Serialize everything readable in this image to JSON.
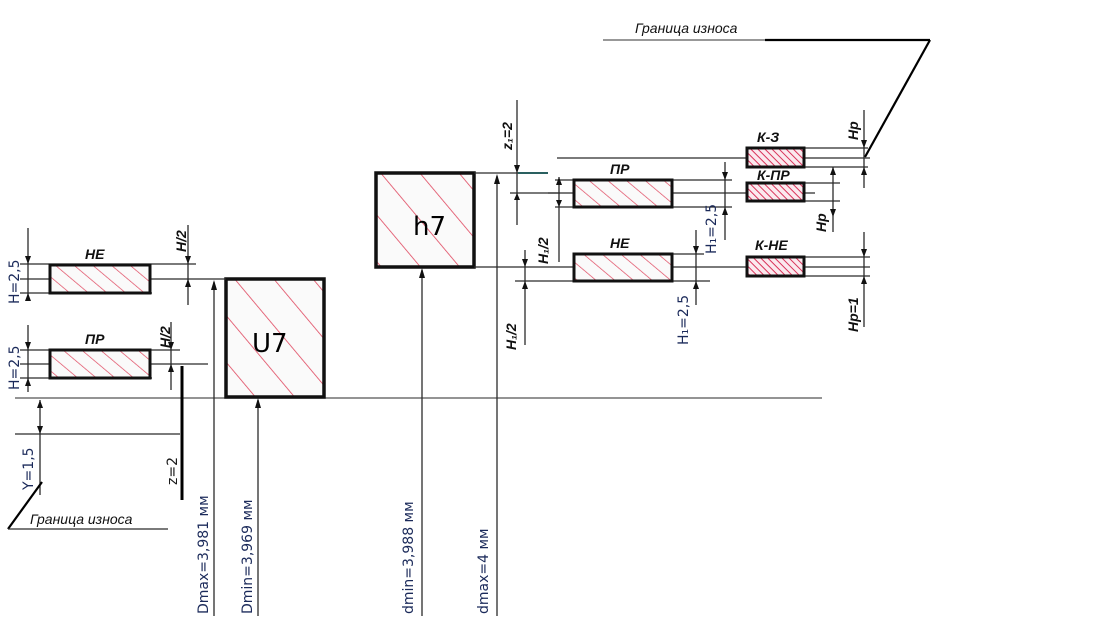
{
  "diagram": {
    "title": "Схема полей допусков калибров",
    "hole": {
      "field_label": "U7",
      "D_max": "Dmax=3,981 мм",
      "D_min": "Dmin=3,969 мм",
      "gauges": [
        {
          "name": "НЕ",
          "height_label": "H=2,5",
          "half_label": "H/2"
        },
        {
          "name": "ПР",
          "height_label": "H=2,5",
          "half_label": "H/2"
        }
      ],
      "wear_offset": "Y=1,5",
      "z_offset": "z=2",
      "wear_border_label": "Граница износа"
    },
    "shaft": {
      "field_label": "h7",
      "d_min": "dmin=3,988 мм",
      "d_max": "dmax=4 мм",
      "gauges": [
        {
          "name": "ПР",
          "height_label": "H₁=2,5",
          "half_label": "H₁/2"
        },
        {
          "name": "НЕ",
          "height_label": "H₁=2,5",
          "half_label": "H₁/2"
        }
      ],
      "z_offset": "z₁=2",
      "control_gauges": [
        {
          "name": "К-З",
          "height_label": "Hp"
        },
        {
          "name": "К-ПР",
          "height_label": "Hp"
        },
        {
          "name": "К-НЕ",
          "height_label": "Hp=1"
        }
      ],
      "wear_border_label": "Граница износа"
    },
    "colors": {
      "hatch": "#e0475f",
      "line": "#2b2b2b",
      "outline": "#111111"
    }
  }
}
